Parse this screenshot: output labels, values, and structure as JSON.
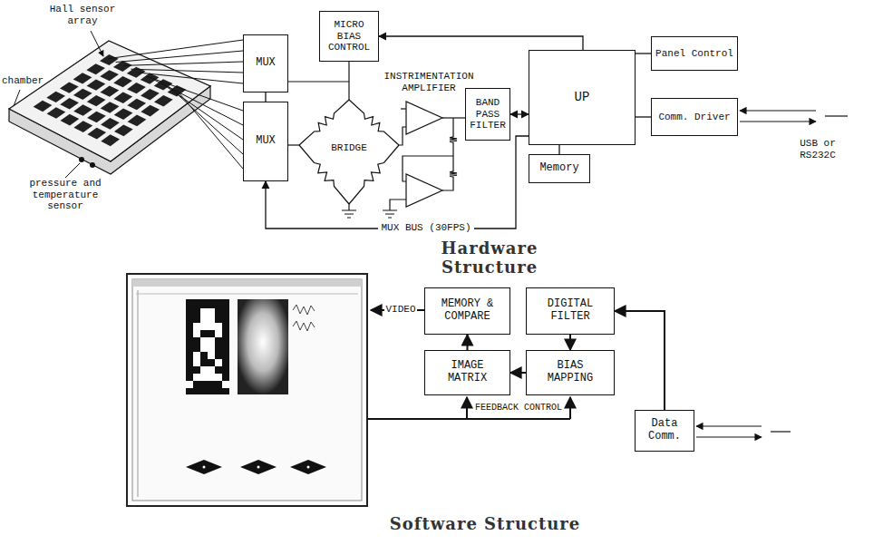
{
  "diagram": {
    "nodes": [
      {
        "text": [
          "MICRO BIAS CONTROL"
        ]
      },
      {
        "text": [
          "MUX"
        ]
      },
      {
        "text": [
          "MUX"
        ]
      },
      {
        "text": [
          "BAND PASS FILTER"
        ]
      },
      {
        "text": [
          "UP"
        ]
      },
      {
        "text": [
          "Panel Control"
        ]
      },
      {
        "text": [
          "Comm. Driver"
        ]
      },
      {
        "text": [
          "Memory"
        ]
      },
      {
        "text": [
          "MEMORY & COMPARE"
        ]
      },
      {
        "text": [
          "DIGITAL FILTER"
        ]
      },
      {
        "text": [
          "IMAGE MATRIX"
        ]
      },
      {
        "text": [
          "BIAS MAPPING"
        ]
      },
      {
        "text": [
          "Data Comm."
        ]
      }
    ],
    "edges": [
      {
        "from": 4,
        "to": 0,
        "arrow": "to"
      },
      {
        "from": 1,
        "to": 2,
        "arrow": "none"
      },
      {
        "from": 3,
        "to": 4,
        "arrow": "both"
      },
      {
        "from": 4,
        "to": 5,
        "arrow": "none"
      },
      {
        "from": 4,
        "to": 6,
        "arrow": "none"
      },
      {
        "from": 4,
        "to": 7,
        "arrow": "none"
      },
      {
        "from": 4,
        "to": 2,
        "label": "MUX BUS (30FPS)",
        "arrow": "to"
      },
      {
        "from": 12,
        "to": 9,
        "arrow": "to"
      },
      {
        "from": 9,
        "to": 11,
        "arrow": "to"
      },
      {
        "from": 11,
        "to": 10,
        "arrow": "to"
      },
      {
        "from": 10,
        "to": 8,
        "arrow": "to"
      }
    ],
    "labels": [
      "Hall sensor array",
      "chamber",
      "pressure and temperature sensor",
      "INSTRIMENTATION AMPLIFIER",
      "BRIDGE",
      "USB or RS232C",
      "Hardware Structure",
      "VIDEO",
      "FEEDBACK CONTROL",
      "Software Structure"
    ]
  }
}
